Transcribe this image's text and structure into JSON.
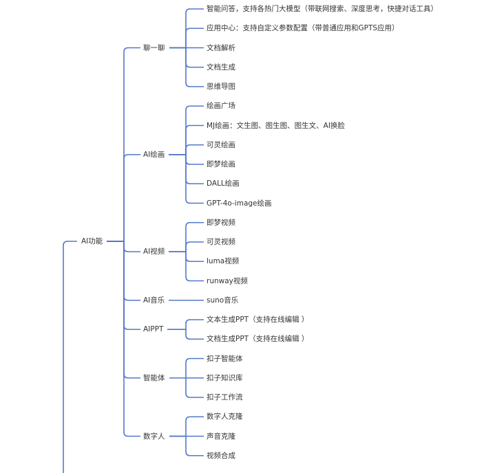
{
  "line_color": "#5478c8",
  "root": {
    "label": "AI功能",
    "branches": [
      {
        "label": "聊一聊",
        "leaves": [
          "智能问答，支持各热门大模型（带联网搜索、深度思考，快捷对话工具）",
          "应用中心：支持自定义参数配置（带普通应用和GPTS应用）",
          "文档解析",
          "文档生成",
          "思维导图"
        ]
      },
      {
        "label": "AI绘画",
        "leaves": [
          "绘画广场",
          "MJ绘画：文生图、图生图、图生文、AI换脸",
          "可灵绘画",
          "即梦绘画",
          "DALL绘画",
          "GPT-4o-image绘画"
        ]
      },
      {
        "label": "AI视频",
        "leaves": [
          "即梦视频",
          "可灵视频",
          "luma视频",
          "runway视频"
        ]
      },
      {
        "label": "AI音乐",
        "leaves": [
          "suno音乐"
        ]
      },
      {
        "label": "AIPPT",
        "leaves": [
          "文本生成PPT（支持在线编辑 ）",
          "文档生成PPT（支持在线编辑 ）"
        ]
      },
      {
        "label": "智能体",
        "leaves": [
          "扣子智能体",
          "扣子知识库",
          "扣子工作流"
        ]
      },
      {
        "label": "数字人",
        "leaves": [
          "数字人克隆",
          "声音克隆",
          "视频合成"
        ]
      }
    ]
  }
}
